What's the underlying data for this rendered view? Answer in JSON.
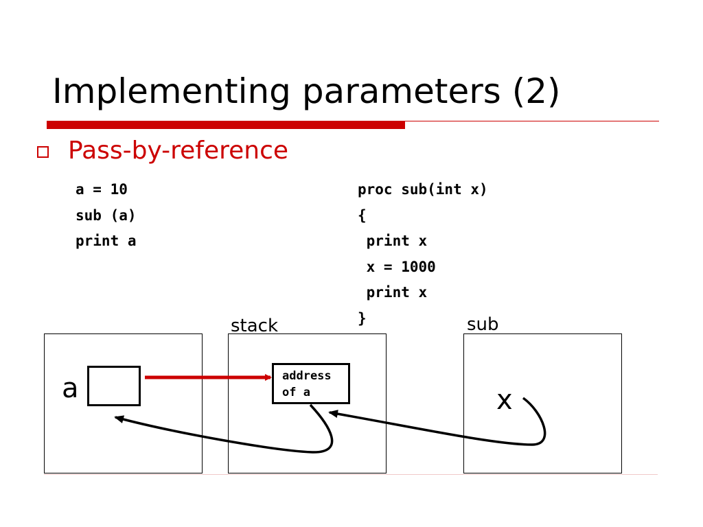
{
  "slide": {
    "title": "Implementing parameters (2)",
    "bullet": "Pass-by-reference"
  },
  "code": {
    "main": [
      "a = 10",
      "sub (a)",
      "print a"
    ],
    "sub": [
      "proc sub(int x)",
      "{",
      " print x",
      " x = 1000",
      " print x",
      "}"
    ]
  },
  "diagram": {
    "stack_label": "stack",
    "sub_label": "sub",
    "var_a_label": "a",
    "var_x_label": "x",
    "address_box": [
      "address",
      "of a"
    ]
  },
  "colors": {
    "accent": "#cc0000",
    "text": "#000000"
  }
}
